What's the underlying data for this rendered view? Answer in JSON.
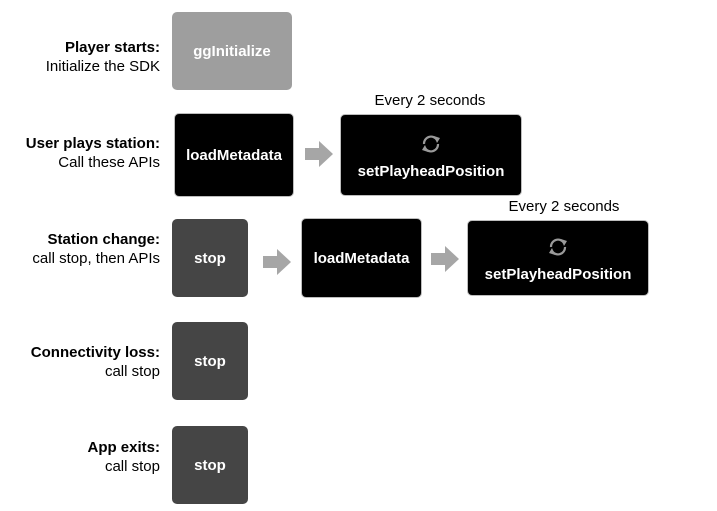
{
  "rows": [
    {
      "head": "Player starts:",
      "sub": "Initialize the SDK"
    },
    {
      "head": "User plays station:",
      "sub": "Call these APIs"
    },
    {
      "head": "Station change:",
      "sub": "call stop, then APIs"
    },
    {
      "head": "Connectivity loss:",
      "sub": "call stop"
    },
    {
      "head": "App exits:",
      "sub": "call stop"
    }
  ],
  "boxes": {
    "gginitialize": "ggInitialize",
    "row2_load": "loadMetadata",
    "row2_playhead": "setPlayheadPosition",
    "row3_stop": "stop",
    "row3_load": "loadMetadata",
    "row3_playhead": "setPlayheadPosition",
    "row4_stop": "stop",
    "row5_stop": "stop"
  },
  "captions": {
    "row2": "Every 2 seconds",
    "row3": "Every 2 seconds"
  },
  "colors": {
    "light_box": "#9e9e9e",
    "dark_box": "#454545",
    "black_box": "#000000",
    "arrow": "#a6a6a6",
    "refresh_icon": "#9a9a9a"
  }
}
